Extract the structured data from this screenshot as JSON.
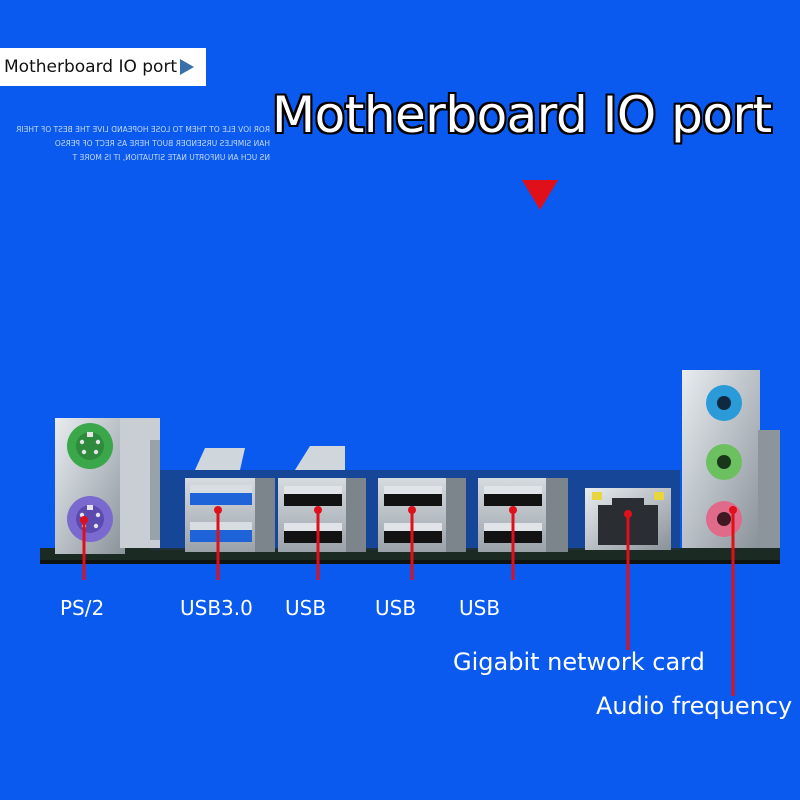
{
  "corner_tag": {
    "label": "Motherboard IO port"
  },
  "mirrored_text": [
    "ROR IOV ELE OT THEM TO LOSE HOPEAND LIVE THE BEST OF THEIR",
    "HAN SIMPLES URSENDER BUOT HERE AS RECT OF PERSO",
    "NS UCH AN UNFORTU NATE SITUATION, IT IS MORE T"
  ],
  "title": "Motherboard IO port",
  "labels": {
    "ps2": "PS/2",
    "usb30": "USB3.0",
    "usb_a": "USB",
    "usb_b": "USB",
    "usb_c": "USB",
    "lan": "Gigabit network card",
    "audio": "Audio frequency"
  },
  "colors": {
    "background": "#0a5af0",
    "pointer_line": "#e0101a",
    "ps2_mouse": "#3aa84a",
    "ps2_keyboard": "#7a6ad0",
    "usb3_blue": "#1f63d8",
    "audio_blue": "#2a9ad8",
    "audio_green": "#6cc060",
    "audio_pink": "#e06a8a"
  },
  "icons": [
    "right-triangle-icon",
    "down-triangle-icon"
  ]
}
